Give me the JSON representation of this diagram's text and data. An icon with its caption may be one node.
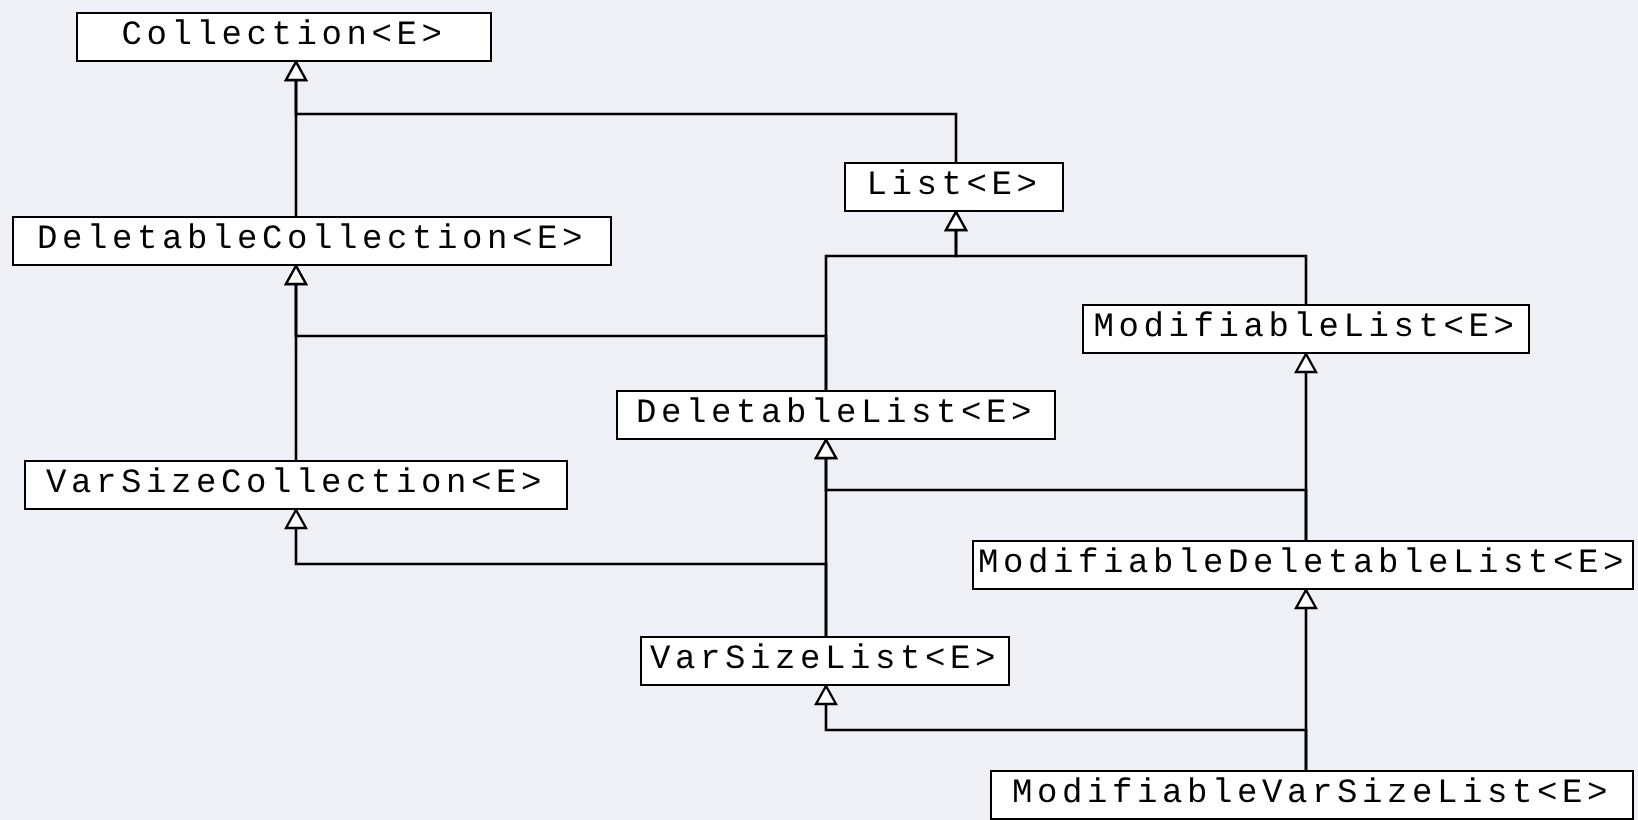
{
  "diagram": {
    "nodes": [
      {
        "text": [
          "Collection<E>"
        ]
      },
      {
        "text": [
          "List<E>"
        ]
      },
      {
        "text": [
          "DeletableCollection<E>"
        ]
      },
      {
        "text": [
          "ModifiableList<E>"
        ]
      },
      {
        "text": [
          "DeletableList<E>"
        ]
      },
      {
        "text": [
          "VarSizeCollection<E>"
        ]
      },
      {
        "text": [
          "ModifiableDeletableList<E>"
        ]
      },
      {
        "text": [
          "VarSizeList<E>"
        ]
      },
      {
        "text": [
          "ModifiableVarSizeList<E>"
        ]
      }
    ],
    "edges": [
      {
        "from": 1,
        "to": 0,
        "arrow": "to"
      },
      {
        "from": 2,
        "to": 0,
        "arrow": "to"
      },
      {
        "from": 4,
        "to": 2,
        "arrow": "to"
      },
      {
        "from": 4,
        "to": 1,
        "arrow": "to"
      },
      {
        "from": 3,
        "to": 1,
        "arrow": "to"
      },
      {
        "from": 5,
        "to": 2,
        "arrow": "to"
      },
      {
        "from": 6,
        "to": 4,
        "arrow": "to"
      },
      {
        "from": 6,
        "to": 3,
        "arrow": "to"
      },
      {
        "from": 7,
        "to": 5,
        "arrow": "to"
      },
      {
        "from": 7,
        "to": 4,
        "arrow": "to"
      },
      {
        "from": 8,
        "to": 6,
        "arrow": "to"
      },
      {
        "from": 8,
        "to": 7,
        "arrow": "to"
      }
    ]
  }
}
